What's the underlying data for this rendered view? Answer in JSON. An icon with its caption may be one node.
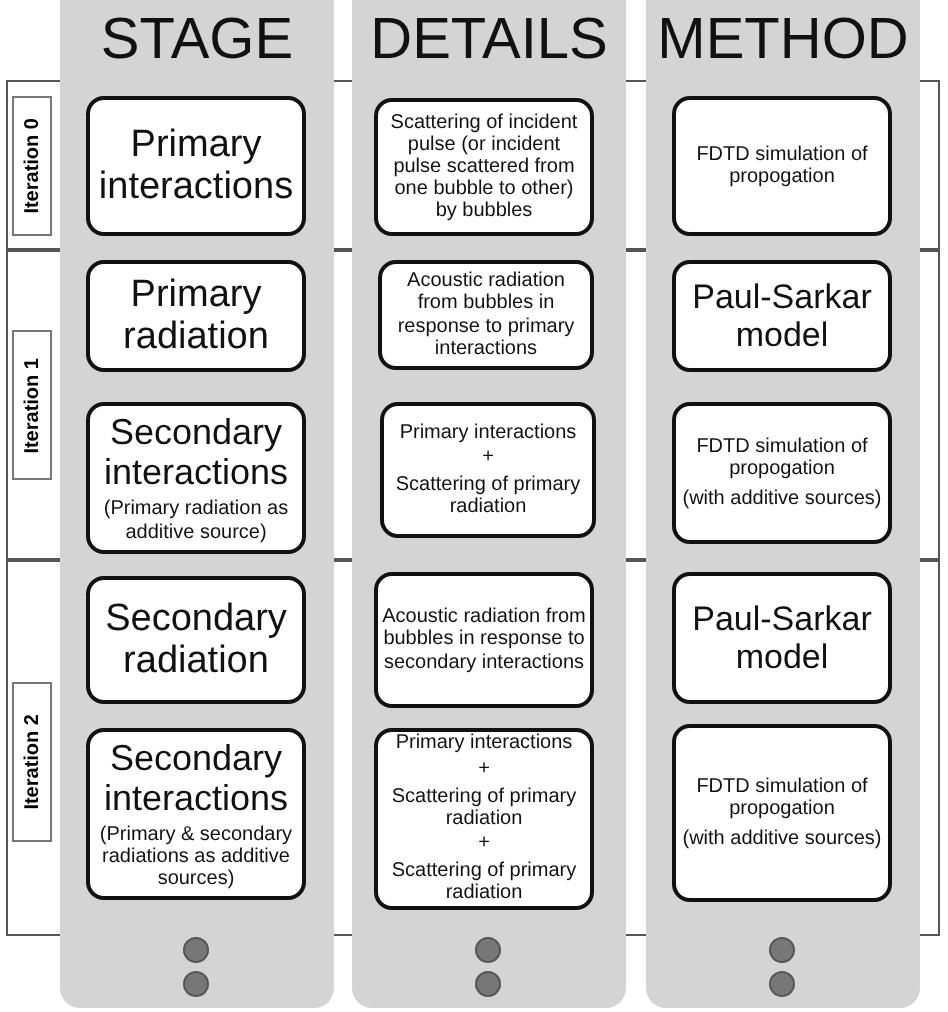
{
  "diagram": {
    "nodes": [
      {
        "text": [
          "STAGE"
        ]
      },
      {
        "text": [
          "DETAILS"
        ]
      },
      {
        "text": [
          "METHOD"
        ]
      },
      {
        "text": [
          "Iteration 0"
        ]
      },
      {
        "text": [
          "Primary interactions"
        ],
        "in": 0
      },
      {
        "text": [
          "Scattering of incident pulse (or incident pulse scattered from one bubble to other) by bubbles"
        ],
        "in": 1
      },
      {
        "text": [
          "FDTD simulation of propogation"
        ],
        "in": 2
      },
      {
        "text": [
          "Iteration 1"
        ]
      },
      {
        "text": [
          "Primary radiation"
        ],
        "in": 0
      },
      {
        "text": [
          "Acoustic radiation from bubbles in response to primary interactions"
        ],
        "in": 1
      },
      {
        "text": [
          "Paul-Sarkar model"
        ],
        "in": 2
      },
      {
        "text": [
          "Secondary interactions",
          "(Primary radiation as additive source)"
        ],
        "in": 0
      },
      {
        "text": [
          "Primary interactions",
          "+",
          "Scattering of primary radiation"
        ],
        "in": 1
      },
      {
        "text": [
          "FDTD simulation of propogation",
          "(with additive sources)"
        ],
        "in": 2
      },
      {
        "text": [
          "Iteration 2"
        ]
      },
      {
        "text": [
          "Secondary radiation"
        ],
        "in": 0
      },
      {
        "text": [
          "Acoustic radiation from bubbles in response to secondary interactions"
        ],
        "in": 1
      },
      {
        "text": [
          "Paul-Sarkar model"
        ],
        "in": 2
      },
      {
        "text": [
          "Secondary interactions",
          "(Primary & secondary radiations as additive sources)"
        ],
        "in": 0
      },
      {
        "text": [
          "Primary interactions",
          "+",
          "Scattering of primary radiation",
          "+",
          "Scattering of primary radiation"
        ],
        "in": 1
      },
      {
        "text": [
          "FDTD simulation of propogation",
          "(with additive sources)"
        ],
        "in": 2
      }
    ]
  }
}
